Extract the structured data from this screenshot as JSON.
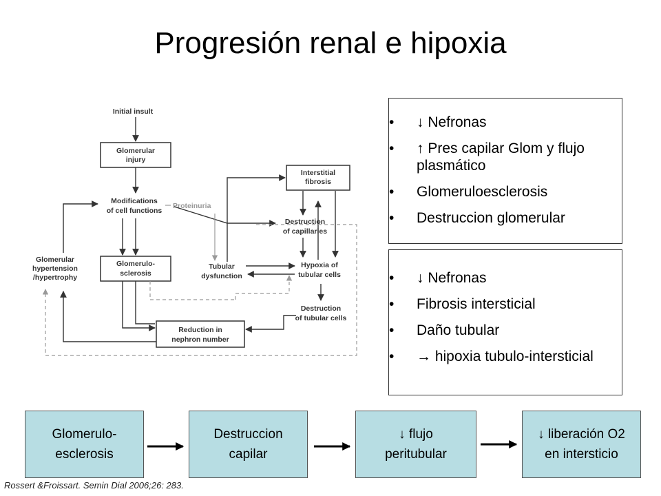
{
  "title": "Progresión renal e hipoxia",
  "flowchart": {
    "initial_insult": "Initial insult",
    "glomerular_injury": [
      "Glomerular",
      "injury"
    ],
    "modifications": [
      "Modifications",
      "of cell functions"
    ],
    "proteinuria": "Proteinuria",
    "glomerular_hypertension": [
      "Glomerular",
      "hypertension",
      "/hypertrophy"
    ],
    "glomerulosclerosis": [
      "Glomerulo-",
      "sclerosis"
    ],
    "tubular_dysfunction": [
      "Tubular",
      "dysfunction"
    ],
    "interstitial_fibrosis": [
      "Interstitial",
      "fibrosis"
    ],
    "destruction_capillaries": [
      "Destruction",
      "of capillaries"
    ],
    "hypoxia_tubular": [
      "Hypoxia of",
      "tubular cells"
    ],
    "destruction_tubular": [
      "Destruction",
      "of tubular cells"
    ],
    "reduction_nephron": [
      "Reduction in",
      "nephron number"
    ]
  },
  "box1": {
    "items": [
      "↓ Nefronas",
      "↑ Pres capilar Glom y flujo plasmático",
      "Glomeruloesclerosis",
      "Destruccion glomerular"
    ]
  },
  "box2": {
    "items": [
      "↓ Nefronas",
      "Fibrosis intersticial",
      "Daño tubular",
      "→ hipoxia tubulo-intersticial"
    ]
  },
  "bottom_flow": [
    "Glomerulo-\nesclerosis",
    "Destruccion\ncapilar",
    "↓ flujo\nperitubular",
    "↓ liberación O2\nen intersticio"
  ],
  "citation": "Rossert &Froissart. Semin Dial 2006;26: 283."
}
